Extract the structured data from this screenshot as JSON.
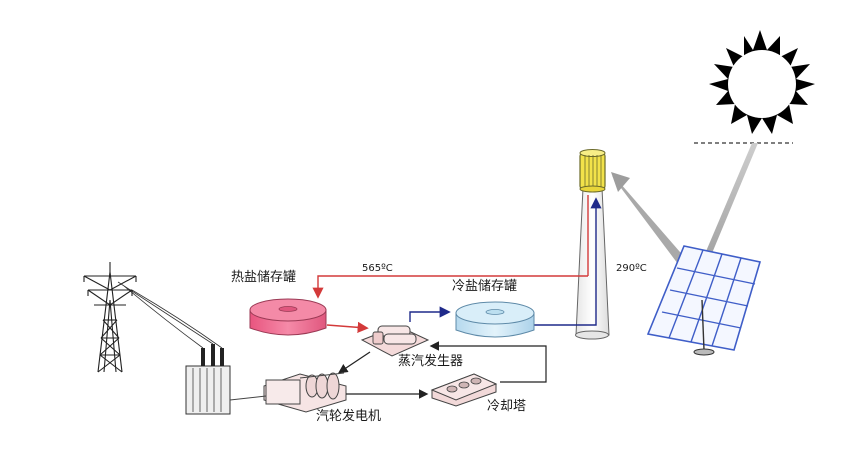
{
  "labels": {
    "hot_tank": "热盐储存罐",
    "cold_tank": "冷盐储存罐",
    "steam_generator": "蒸汽发生器",
    "turbine_generator": "汽轮发电机",
    "cooling_tower": "冷却塔",
    "hot_temp": "565ºC",
    "cold_temp": "290ºC"
  },
  "colors": {
    "hot_line": "#d33a3a",
    "cold_line": "#1f2a8a",
    "hot_tank": "#f06f92",
    "cold_tank": "#cbe6f4",
    "receiver": "#f2e24a",
    "heliostat": "#4a6bd0",
    "sun_rays": "#9a9a9a"
  },
  "icons": [
    "sun-icon",
    "receiver-tower-icon",
    "heliostat-icon",
    "pylon-icon",
    "transformer-icon"
  ]
}
